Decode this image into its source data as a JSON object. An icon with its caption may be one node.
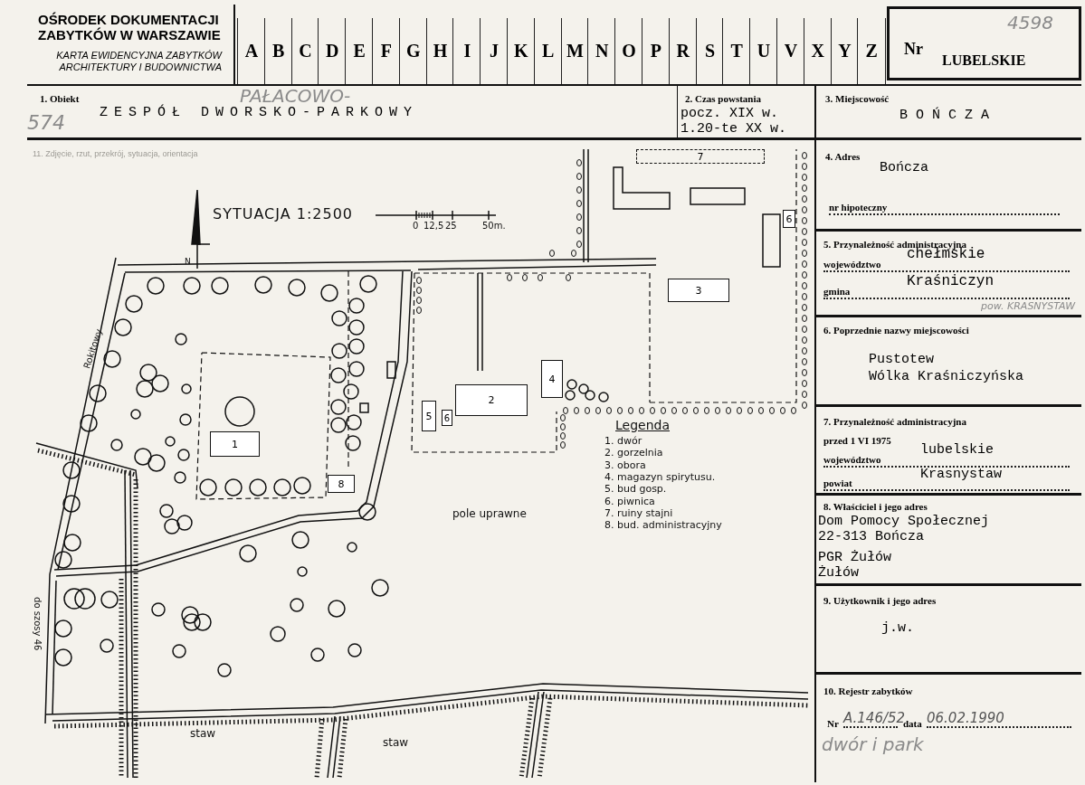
{
  "diagram": {
    "nodes": [
      {
        "text": [
          "OŚRODEK DOKUMENTACJI ZABYTKÓW W WARSZAWIE",
          "KARTA EWIDENCYJNA ZABYTKÓW ARCHITEKTURY I BUDOWNICTWA"
        ]
      },
      {
        "text": [
          "4598",
          "Nr",
          "LUBELSKIE"
        ]
      },
      {
        "text": [
          "1. Obiekt",
          "574",
          "PAŁACOWO-",
          "ZESPÓŁ DWORSKO-PARKOWY"
        ]
      },
      {
        "text": [
          "2. Czas powstania",
          "pocz. XIX w. 1.20-te XX w."
        ]
      },
      {
        "text": [
          "3. Miejscowość",
          "BOŃCZA"
        ]
      },
      {
        "text": [
          "11. Zdjęcie, rzut, przekrój, sytuacja, orientacja"
        ]
      },
      {
        "text": [
          "4. Adres",
          "Bończa",
          "nr hipoteczny"
        ]
      },
      {
        "text": [
          "5. Przynależność administracyjna",
          "województwo",
          "chełmskie",
          "gmina",
          "Kraśniczyn",
          "pow. KRASNYSTAW"
        ]
      },
      {
        "text": [
          "6. Poprzednie nazwy miejscowości",
          "Pustotew",
          "Wólka Kraśniczyńska"
        ]
      },
      {
        "text": [
          "7. Przynależność administracyjna przed 1 VI 1975",
          "województwo",
          "lubelskie",
          "powiat",
          "Krasnystaw"
        ]
      },
      {
        "text": [
          "8. Właściciel i jego adres",
          "Dom Pomocy Społecznej 22-313 Bończa",
          "PGR Żułów Żułów"
        ]
      },
      {
        "text": [
          "9. Użytkownik i jego adres",
          "j.w."
        ]
      },
      {
        "text": [
          "10. Rejestr zabytków",
          "Nr",
          "A.146/52",
          "data",
          "06.02.1990",
          "dwór i park"
        ]
      },
      {
        "text": [
          "7"
        ],
        "in": 5
      },
      {
        "text": [
          "6"
        ],
        "in": 5
      },
      {
        "text": [
          "3"
        ],
        "in": 5
      },
      {
        "text": [
          "4"
        ],
        "in": 5
      },
      {
        "text": [
          "2"
        ],
        "in": 5
      },
      {
        "text": [
          "5"
        ],
        "in": 5
      },
      {
        "text": [
          "6"
        ],
        "in": 5
      },
      {
        "text": [
          "1"
        ],
        "in": 5
      },
      {
        "text": [
          "8"
        ],
        "in": 5
      }
    ],
    "edges": [],
    "labels": [
      "A",
      "B",
      "C",
      "D",
      "E",
      "F",
      "G",
      "H",
      "I",
      "J",
      "K",
      "L",
      "M",
      "N",
      "O",
      "P",
      "R",
      "S",
      "T",
      "U",
      "V",
      "X",
      "Y",
      "Z",
      "SYTUACJA 1:2500",
      "0",
      "12,5",
      "25",
      "50m.",
      "N",
      "Rokitowy",
      "Legenda",
      "1. dwór",
      "2. gorzelnia",
      "3. obora",
      "4. magazyn spirytusu.",
      "5. bud gosp.",
      "6. piwnica",
      "7. ruiny stajni",
      "8. bud. administracyjny",
      "pole uprawne",
      "do szosy 46",
      "staw",
      "staw"
    ]
  }
}
